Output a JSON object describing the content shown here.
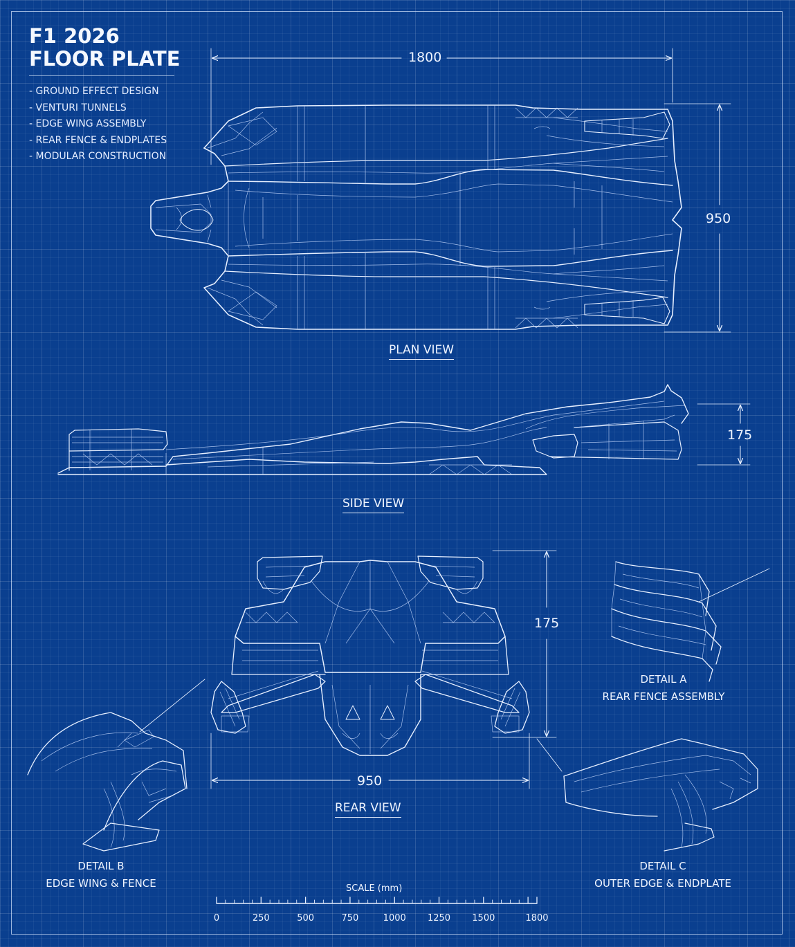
{
  "title": {
    "line1": "F1 2026",
    "line2": "FLOOR PLATE"
  },
  "features": [
    "- GROUND EFFECT DESIGN",
    "- VENTURI TUNNELS",
    "- EDGE WING ASSEMBLY",
    "- REAR FENCE & ENDPLATES",
    "- MODULAR CONSTRUCTION"
  ],
  "views": {
    "plan": "PLAN VIEW",
    "side": "SIDE VIEW",
    "rear": "REAR VIEW"
  },
  "dimensions": {
    "plan_width": "1800",
    "plan_height": "950",
    "side_height": "175",
    "rear_height": "175",
    "rear_width": "950"
  },
  "details": {
    "a": {
      "line1": "DETAIL A",
      "line2": "REAR FENCE ASSEMBLY"
    },
    "b": {
      "line1": "DETAIL B",
      "line2": "EDGE WING & FENCE"
    },
    "c": {
      "line1": "DETAIL C",
      "line2": "OUTER EDGE & ENDPLATE"
    }
  },
  "scale": {
    "title": "SCALE (mm)",
    "ticks": [
      "0",
      "250",
      "500",
      "750",
      "1000",
      "1250",
      "1500",
      "1800"
    ]
  },
  "colors": {
    "background": "#0a3f8f",
    "linework": "#e6efff"
  }
}
